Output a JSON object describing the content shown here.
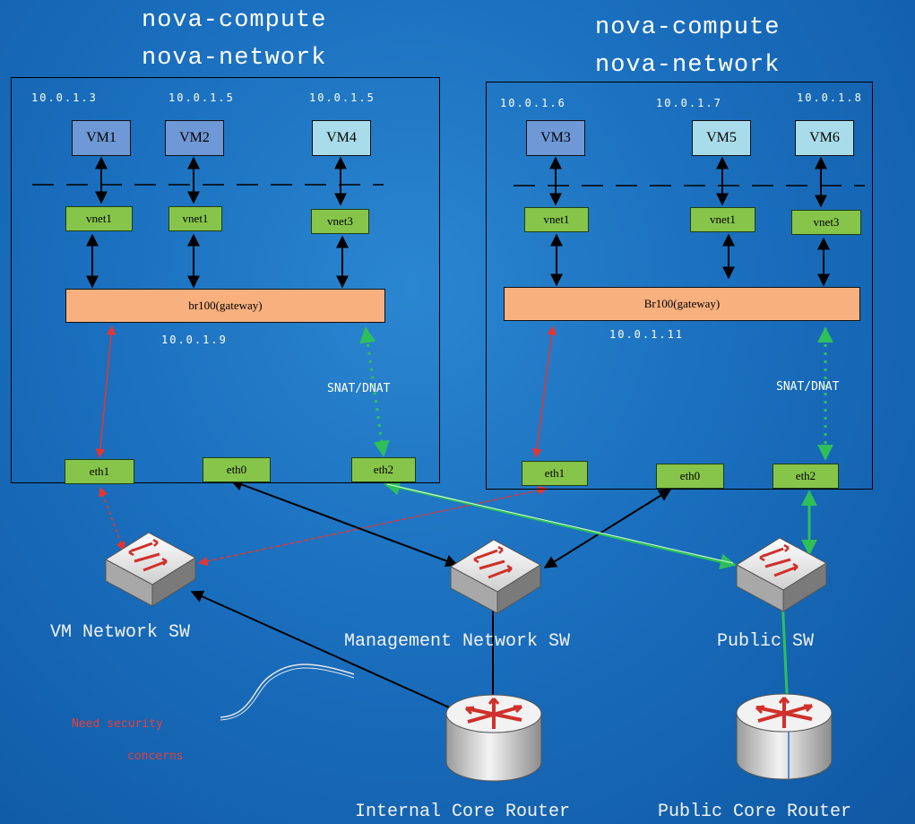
{
  "hosts": [
    {
      "heading_line1": "nova-compute",
      "heading_line2": "nova-network",
      "vms": [
        {
          "name": "VM1",
          "ip": "10.0.1.3",
          "color": "#6f98d6"
        },
        {
          "name": "VM2",
          "ip": "10.0.1.5",
          "color": "#6f98d6"
        },
        {
          "name": "VM4",
          "ip": "10.0.1.5",
          "color": "#a9dcea"
        }
      ],
      "vnets": [
        "vnet1",
        "vnet1",
        "vnet3"
      ],
      "bridge": "br100(gateway)",
      "bridge_ip": "10.0.1.9",
      "nat_label": "SNAT/DNAT",
      "ports": [
        "eth1",
        "eth0",
        "eth2"
      ]
    },
    {
      "heading_line1": "nova-compute",
      "heading_line2": "nova-network",
      "vms": [
        {
          "name": "VM3",
          "ip": "10.0.1.6",
          "color": "#6f98d6"
        },
        {
          "name": "VM5",
          "ip": "10.0.1.7",
          "color": "#a9dcea"
        },
        {
          "name": "VM6",
          "ip": "10.0.1.8",
          "color": "#a9dcea"
        }
      ],
      "vnets": [
        "vnet1",
        "vnet1",
        "vnet3"
      ],
      "bridge": "Br100(gateway)",
      "bridge_ip": "10.0.1.11",
      "nat_label": "SNAT/DNAT",
      "ports": [
        "eth1",
        "eth0",
        "eth2"
      ]
    }
  ],
  "switches": {
    "vm_network": "VM Network SW",
    "management": "Management Network SW",
    "public": "Public SW"
  },
  "routers": {
    "internal": "Internal Core Router",
    "public": "Public Core Router"
  },
  "annotation": {
    "line1": "Need security",
    "line2": "concerns"
  },
  "colors": {
    "vm_link": "#e8342f",
    "management_link": "#000000",
    "public_link": "#2fbf5a",
    "vm_blue": "#6f98d6",
    "vm_cyan": "#a9dcea",
    "nic_green": "#86c54a",
    "bridge_orange": "#f7b07e"
  }
}
